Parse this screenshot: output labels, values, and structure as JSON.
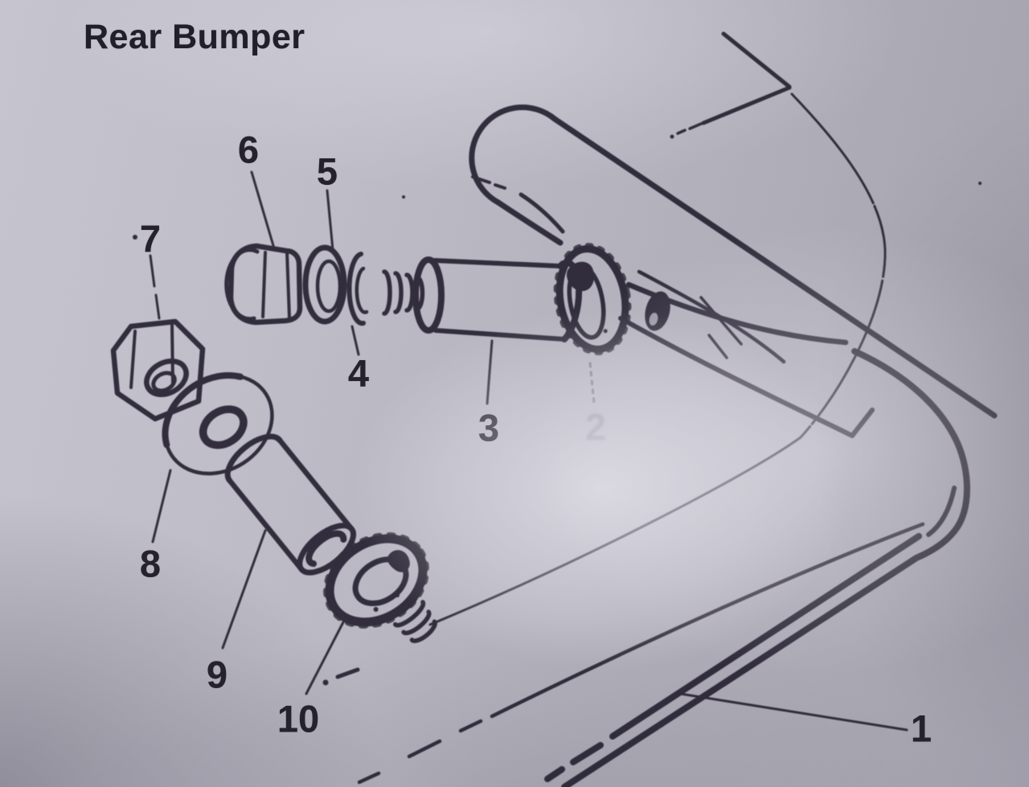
{
  "page": {
    "title": "Rear Bumper"
  },
  "diagram": {
    "type": "exploded-parts-diagram",
    "subject": "Rear bumper mounting hardware",
    "colors": {
      "ink": "#262330",
      "paper": "#b7b5bf"
    },
    "parts": [
      {
        "number": "1",
        "name": "bumper-bar"
      },
      {
        "number": "2",
        "name": "upper-grommet",
        "faded": true
      },
      {
        "number": "3",
        "name": "upper-spacer-tube"
      },
      {
        "number": "4",
        "name": "lock-washer"
      },
      {
        "number": "5",
        "name": "flat-washer-upper"
      },
      {
        "number": "6",
        "name": "hex-bolt"
      },
      {
        "number": "7",
        "name": "hex-nut"
      },
      {
        "number": "8",
        "name": "flat-washer-lower"
      },
      {
        "number": "9",
        "name": "lower-spacer-tube"
      },
      {
        "number": "10",
        "name": "lower-grommet"
      }
    ]
  }
}
